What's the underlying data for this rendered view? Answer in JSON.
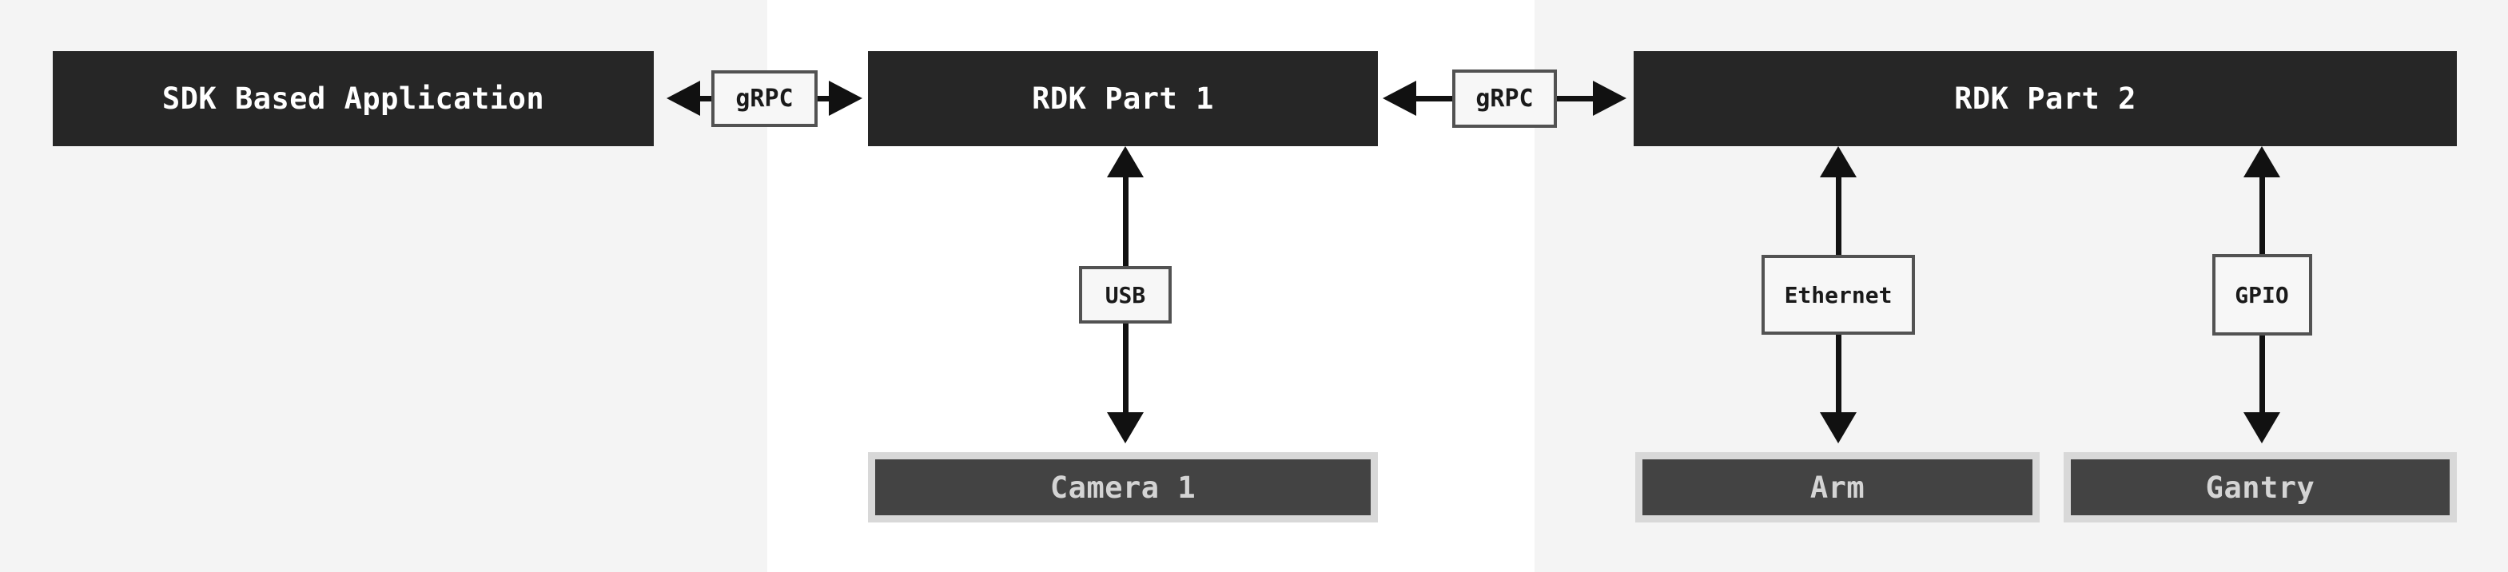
{
  "diagram": {
    "nodes": {
      "sdk": {
        "label": "SDK Based Application"
      },
      "rdk1": {
        "label": "RDK Part 1"
      },
      "rdk2": {
        "label": "RDK Part 2"
      },
      "camera1": {
        "label": "Camera 1"
      },
      "arm": {
        "label": "Arm"
      },
      "gantry": {
        "label": "Gantry"
      }
    },
    "edges": {
      "grpc1": {
        "label": "gRPC"
      },
      "grpc2": {
        "label": "gRPC"
      },
      "usb": {
        "label": "USB"
      },
      "ethernet": {
        "label": "Ethernet"
      },
      "gpio": {
        "label": "GPIO"
      }
    },
    "colors": {
      "bg_gray": "#f4f4f4",
      "bg_white": "#ffffff",
      "node_dark": "#262626",
      "node_sub_fill": "#434343",
      "node_sub_frame": "#d8d8d8",
      "node_sub_text": "#d4d4d4",
      "label_fill": "#f7f7f7",
      "label_border": "#525252",
      "label_text": "#1a1a1a",
      "arrow": "#111111"
    }
  }
}
